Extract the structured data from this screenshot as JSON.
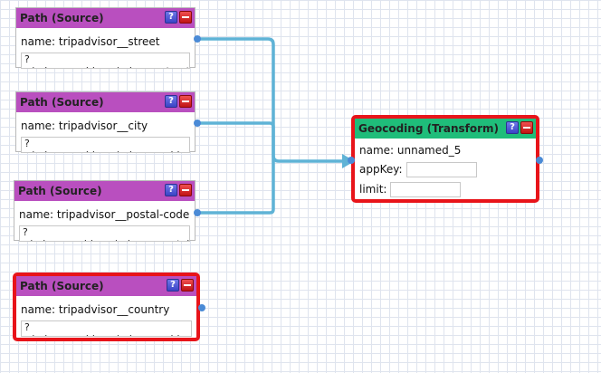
{
  "nodes": [
    {
      "id": "street",
      "title": "Path (Source)",
      "name_label": "name: tripadvisor__street",
      "field": "?a/schema:address/schema:street",
      "selected": false
    },
    {
      "id": "city",
      "title": "Path (Source)",
      "name_label": "name: tripadvisor__city",
      "field": "?a/schema:address/schema:addressLocality",
      "selected": false
    },
    {
      "id": "postal",
      "title": "Path (Source)",
      "name_label": "name: tripadvisor__postal-code",
      "field": "?a/schema:address/schema:postalCode",
      "selected": false
    },
    {
      "id": "country",
      "title": "Path (Source)",
      "name_label": "name: tripadvisor__country",
      "field": "?a/schema:address/schema:addressCountry",
      "selected": true
    }
  ],
  "transform": {
    "title": "Geocoding (Transform)",
    "name_label": "name: unnamed_5",
    "appkey_label": "appKey:",
    "appkey_value": "",
    "limit_label": "limit:",
    "limit_value": "",
    "selected": true
  },
  "icons": {
    "help": "help-icon",
    "close": "close-icon",
    "help_glyph": "?"
  },
  "colors": {
    "source_header": "#b94fbf",
    "transform_header": "#1fbd7a",
    "wire": "#5fb3d6",
    "selected_border": "#e8141a"
  }
}
